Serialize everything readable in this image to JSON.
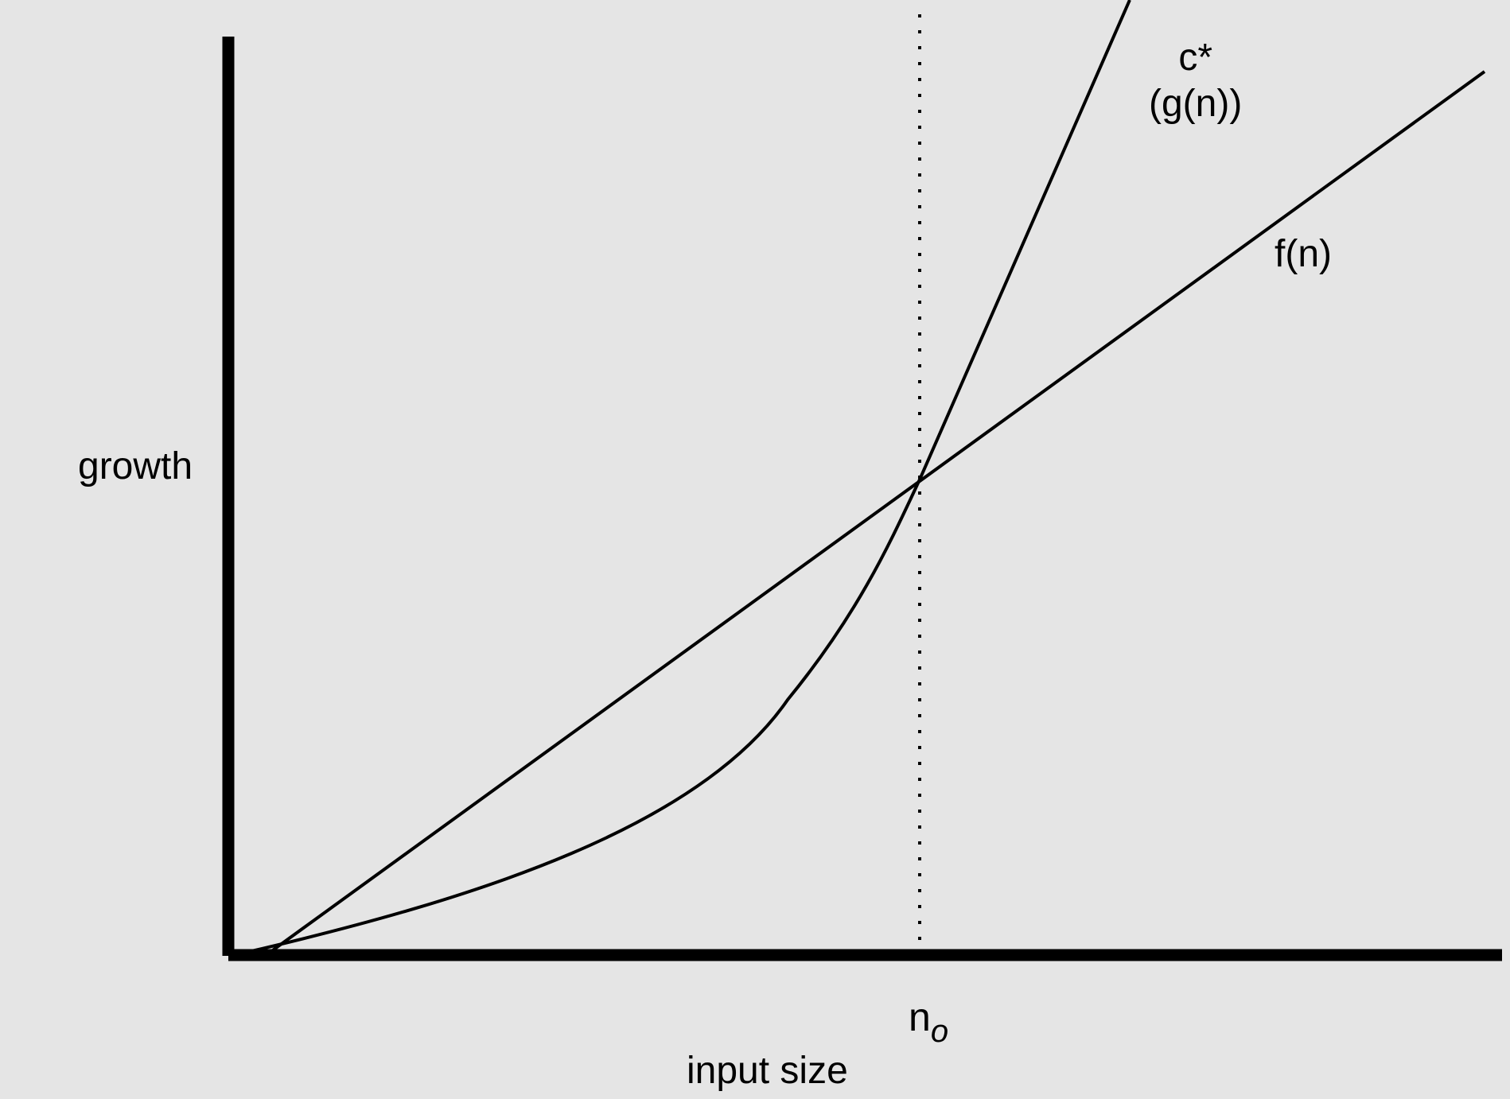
{
  "diagram": {
    "y_axis_label": "growth",
    "x_axis_label": "input size",
    "crossover_label": "n",
    "crossover_subscript": "o",
    "curve_g_label_line1": "c*",
    "curve_g_label_line2": "(g(n))",
    "curve_f_label": "f(n)",
    "colors": {
      "background": "#e5e5e5",
      "ink": "#000000"
    }
  }
}
